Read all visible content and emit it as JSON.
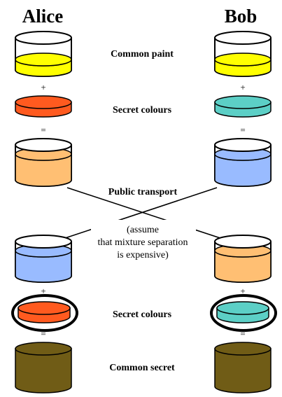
{
  "titles": {
    "left": "Alice",
    "right": "Bob"
  },
  "labels": {
    "common_paint": "Common paint",
    "secret_colours_top": "Secret colours",
    "public_transport": "Public transport",
    "note_line1": "(assume",
    "note_line2": "that mixture separation",
    "note_line3": "is expensive)",
    "secret_colours_bottom": "Secret colours",
    "common_secret": "Common secret"
  },
  "operators": {
    "plus": "+",
    "equals": "="
  },
  "colors": {
    "yellow": "#ffff00",
    "alice_secret": "#ff5a1f",
    "bob_secret": "#5ccfc6",
    "alice_mix": "#ffbf73",
    "bob_mix": "#99bbff",
    "common_secret": "#705c16",
    "outline": "#000000"
  }
}
